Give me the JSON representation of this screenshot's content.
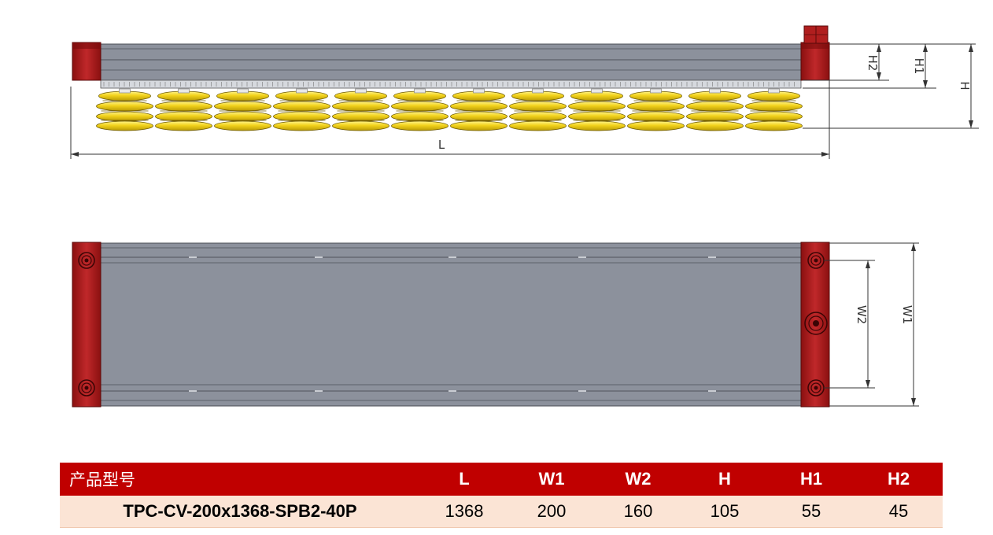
{
  "colors": {
    "endcap": "#b01e1e",
    "body": "#8c919c",
    "cup": "#f2d21b",
    "header_bg": "#c00000",
    "row_bg": "#fbe4d5"
  },
  "dimension_labels": {
    "L": "L",
    "H": "H",
    "H1": "H1",
    "H2": "H2",
    "W1": "W1",
    "W2": "W2"
  },
  "table": {
    "headers": [
      "产品型号",
      "L",
      "W1",
      "W2",
      "H",
      "H1",
      "H2"
    ],
    "row": [
      "TPC-CV-200x1368-SPB2-40P",
      "1368",
      "200",
      "160",
      "105",
      "55",
      "45"
    ]
  }
}
